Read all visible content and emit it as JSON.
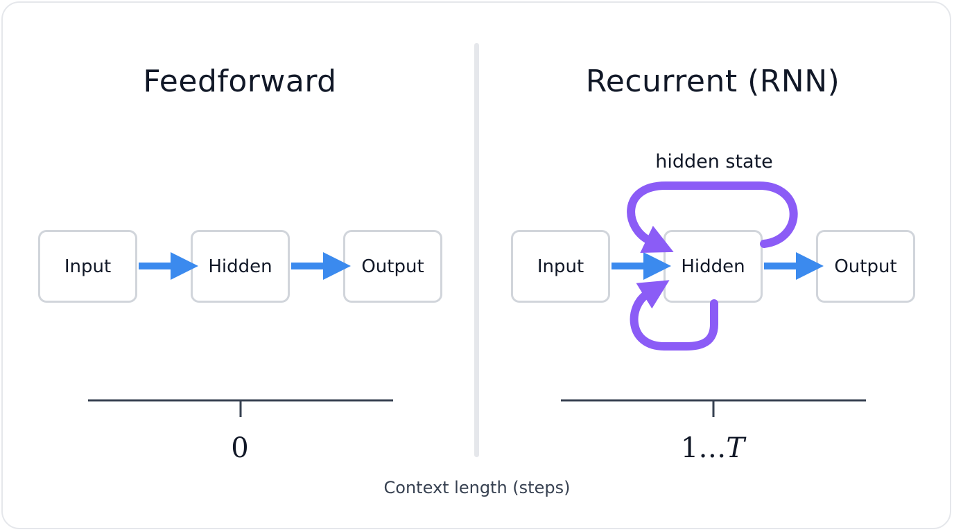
{
  "panels": {
    "left": {
      "title": "Feedforward",
      "nodes": [
        "Input",
        "Hidden",
        "Output"
      ],
      "tick_label": "0"
    },
    "right": {
      "title": "Recurrent (RNN)",
      "nodes": [
        "Input",
        "Hidden",
        "Output"
      ],
      "loop_label": "hidden state",
      "tick_label_main": "1…",
      "tick_label_var": "T"
    }
  },
  "axis_label": "Context length (steps)",
  "colors": {
    "forward_arrow": "#3b8aee",
    "recurrent_arrow": "#8b5cf6",
    "node_border": "#d1d5db",
    "divider": "#e5e7eb",
    "axis": "#374151"
  }
}
